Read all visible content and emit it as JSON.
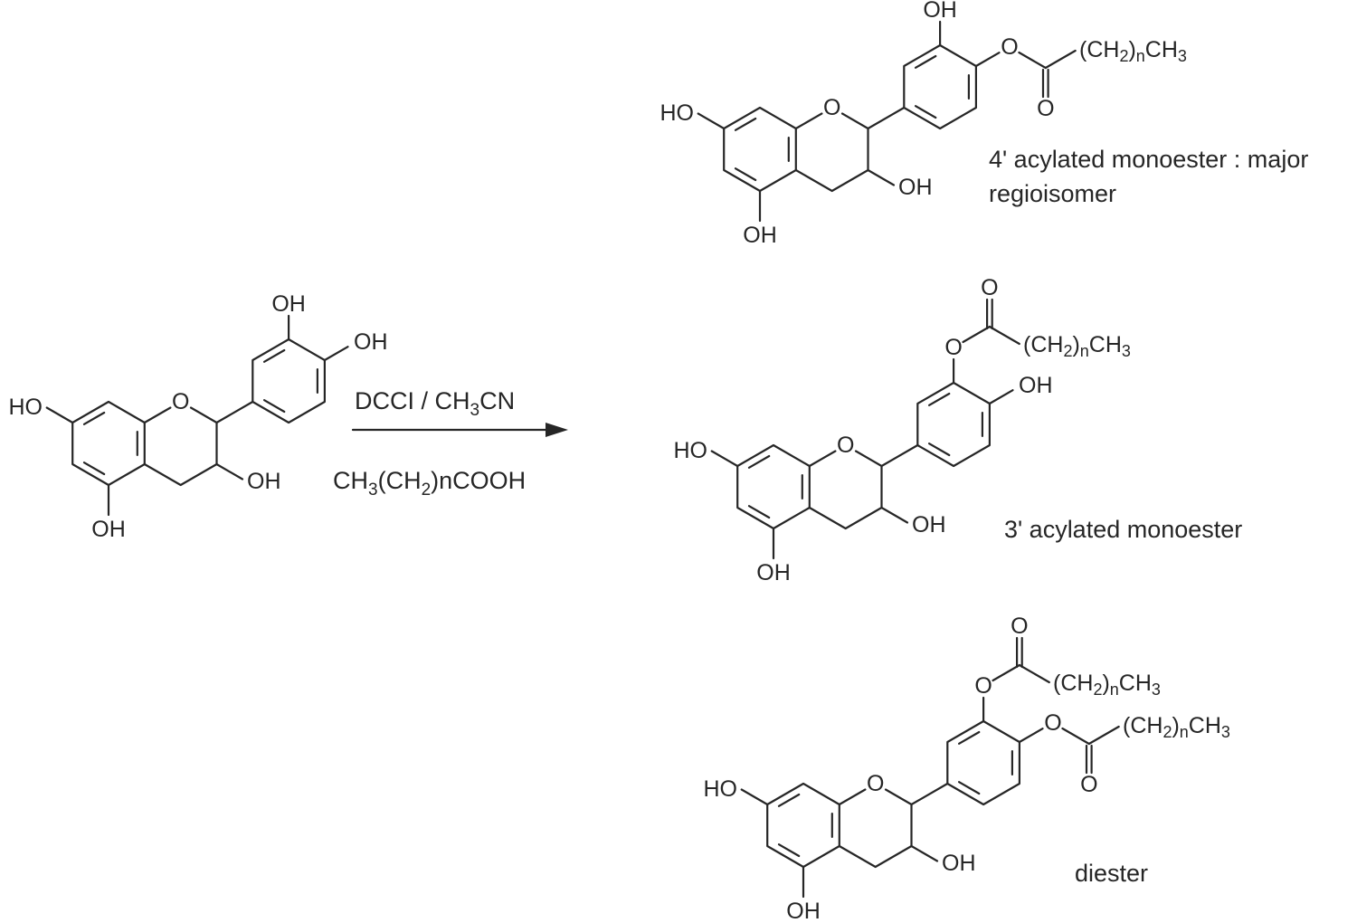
{
  "colors": {
    "ink": "#262626"
  },
  "atoms": {
    "ho": "HO",
    "oh": "OH",
    "o": "O"
  },
  "chain": {
    "p1": "(CH",
    "s1": "2",
    "p2": ")",
    "s2": "n",
    "p3": "CH",
    "s3": "3"
  },
  "reagents": {
    "line1": {
      "p1": "DCCI / CH",
      "s1": "3",
      "p2": "CN"
    },
    "line2": {
      "p1": "CH",
      "s1": "3",
      "p2": "(CH",
      "s2": "2",
      "p3": ")nCOOH"
    }
  },
  "products": {
    "p1_line1": "4' acylated monoester : major",
    "p1_line2": "regioisomer",
    "p2": "3' acylated monoester",
    "p3": "diester"
  }
}
